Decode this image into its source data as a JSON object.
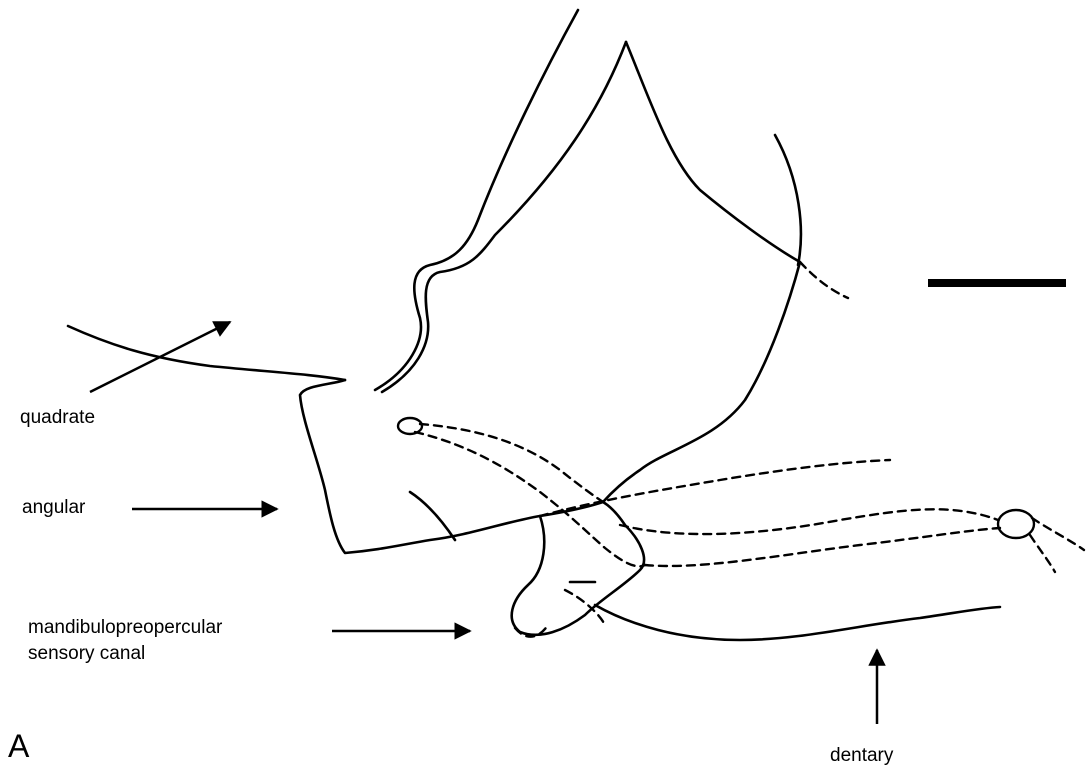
{
  "figure": {
    "panel_letter": "A",
    "labels": {
      "quadrate": "quadrate",
      "angular": "angular",
      "canal_line1": "mandibulopreopercular",
      "canal_line2": "sensory canal",
      "dentary": "dentary"
    },
    "ink_color": "#000000",
    "background_color": "#ffffff"
  }
}
